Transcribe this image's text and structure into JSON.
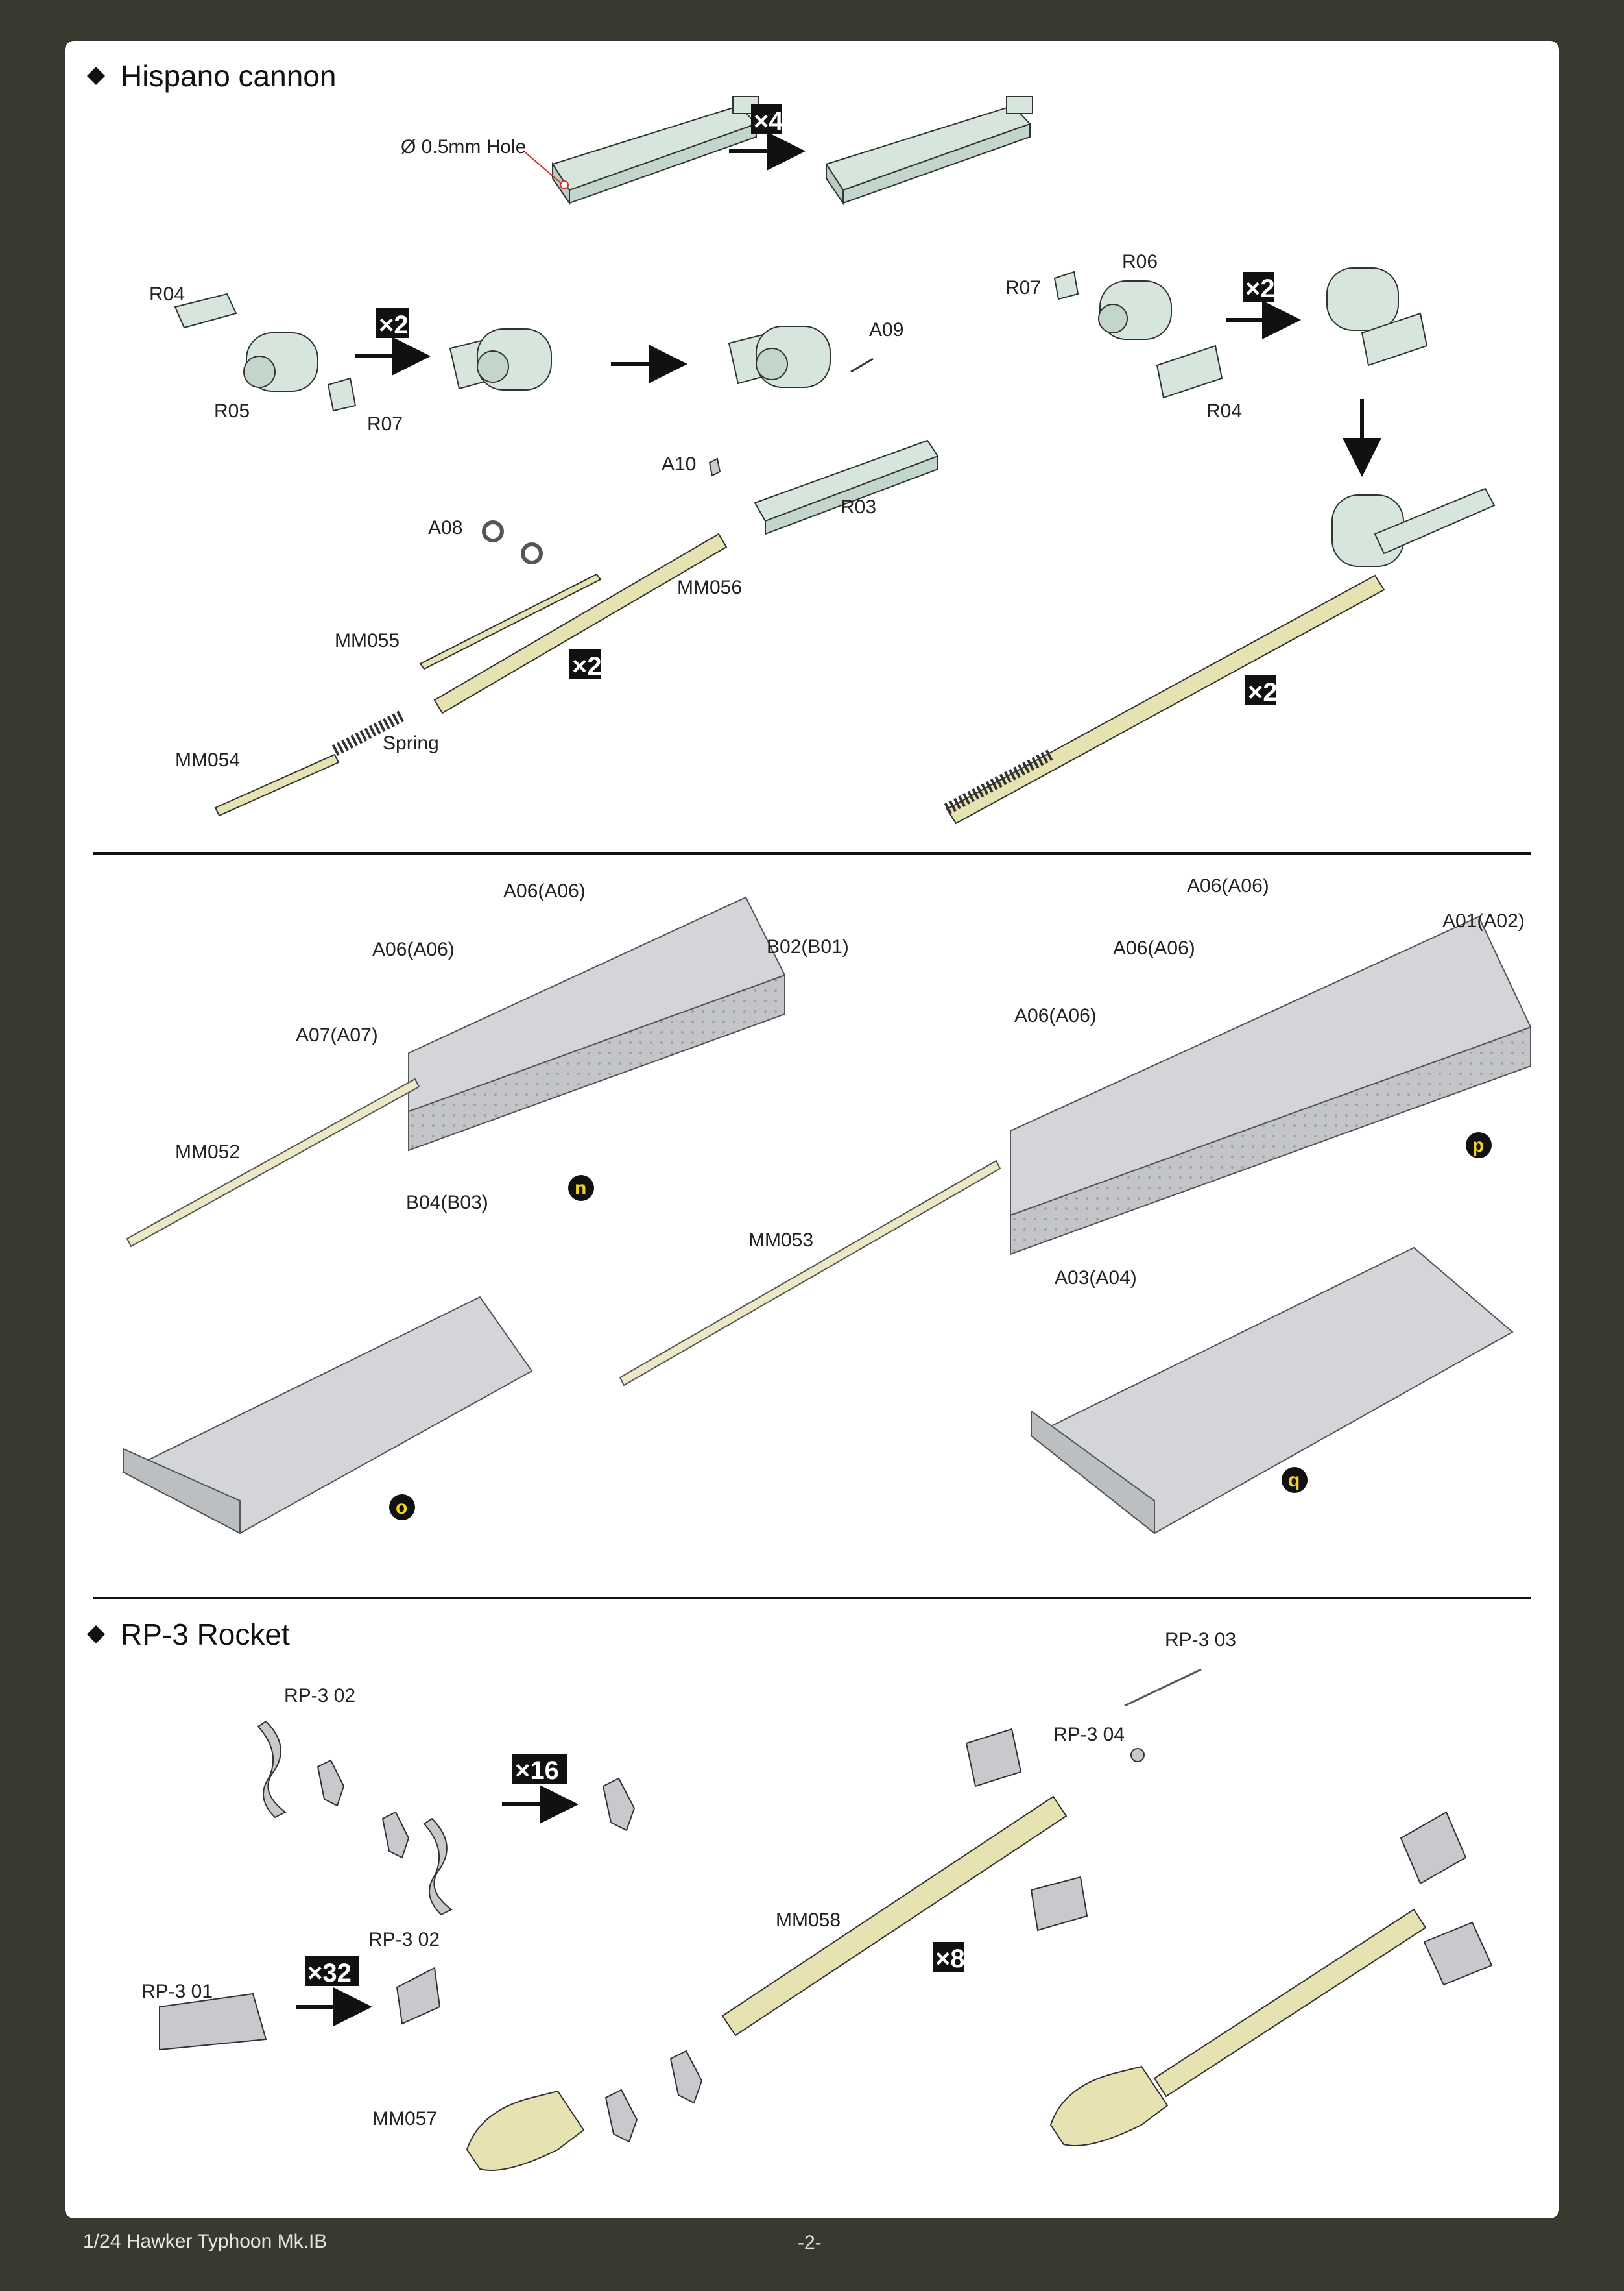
{
  "sections": {
    "hispano": {
      "title": "Hispano cannon"
    },
    "rocket": {
      "title": "RP-3 Rocket"
    }
  },
  "labels": {
    "hole": "Ø 0.5mm Hole",
    "r04": "R04",
    "r05": "R05",
    "r07": "R07",
    "r07b": "R07",
    "r06": "R06",
    "r04b": "R04",
    "a09": "A09",
    "a10": "A10",
    "r03": "R03",
    "a08": "A08",
    "mm056": "MM056",
    "mm055": "MM055",
    "mm054": "MM054",
    "spring": "Spring",
    "a06a": "A06(A06)",
    "a06b": "A06(A06)",
    "b02": "B02(B01)",
    "a07": "A07(A07)",
    "mm052": "MM052",
    "b04": "B04(B03)",
    "a06c": "A06(A06)",
    "a06d": "A06(A06)",
    "a06e": "A06(A06)",
    "a01": "A01(A02)",
    "mm053": "MM053",
    "a03": "A03(A04)",
    "rp302a": "RP-3 02",
    "rp302b": "RP-3 02",
    "rp301": "RP-3 01",
    "rp303": "RP-3 03",
    "rp304": "RP-3 04",
    "mm058": "MM058",
    "mm057": "MM057"
  },
  "multipliers": {
    "m1": "×4",
    "m2": "×2",
    "m3": "×2",
    "m4": "×2",
    "m5": "×2",
    "m6": "×16",
    "m7": "×32",
    "m8": "×8"
  },
  "markers": {
    "n": "n",
    "o": "o",
    "p": "p",
    "q": "q"
  },
  "footer": {
    "title": "1/24 Hawker Typhoon Mk.IB",
    "page": "-2-"
  },
  "colors": {
    "background": "#393a2f",
    "part_green": "#d6e6dd",
    "part_tan": "#e6e2b2",
    "part_grey": "#c7c9cc",
    "arrow_red": "#d9302a",
    "marker_fill": "#111111",
    "marker_text": "#f2d21b"
  }
}
